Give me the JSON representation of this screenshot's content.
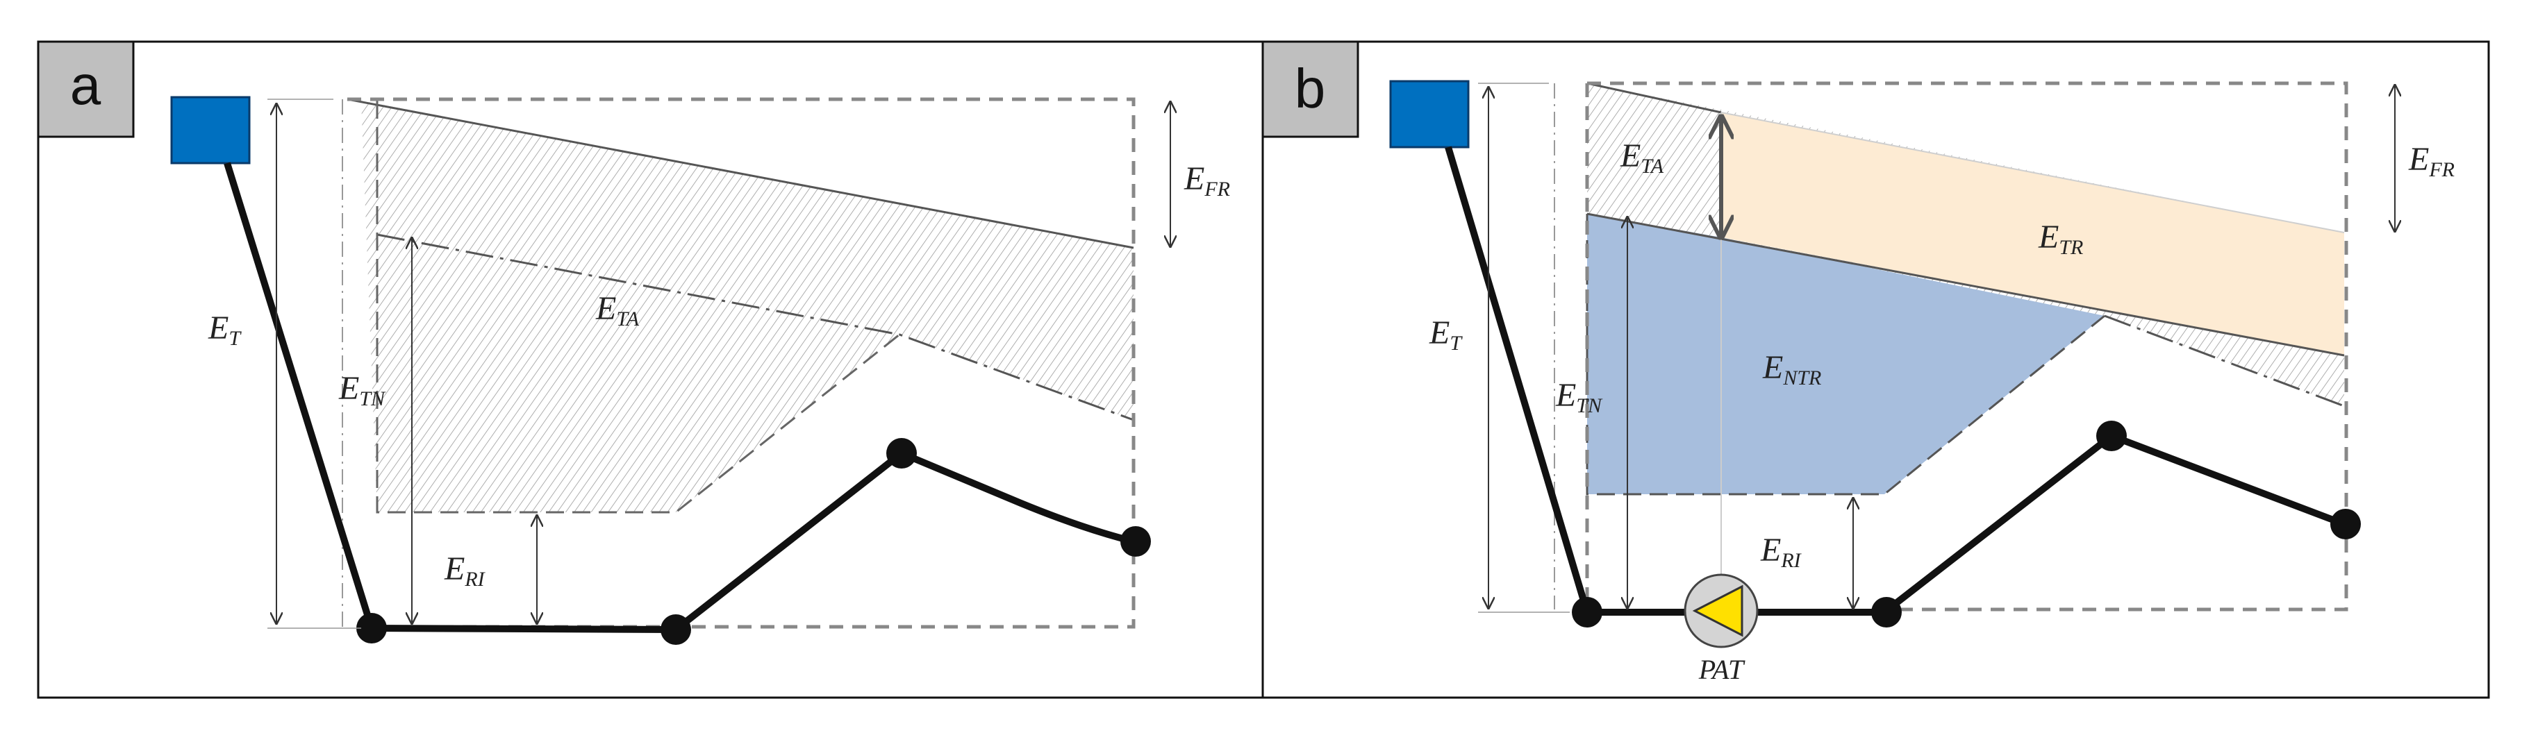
{
  "panels": [
    {
      "letter": "a",
      "labels": {
        "et": {
          "main": "E",
          "sub": "T"
        },
        "etn": {
          "main": "E",
          "sub": "TN"
        },
        "eta": {
          "main": "E",
          "sub": "TA"
        },
        "efr": {
          "main": "E",
          "sub": "FR"
        },
        "eri": {
          "main": "E",
          "sub": "RI"
        }
      }
    },
    {
      "letter": "b",
      "labels": {
        "et": {
          "main": "E",
          "sub": "T"
        },
        "etn": {
          "main": "E",
          "sub": "TN"
        },
        "eta": {
          "main": "E",
          "sub": "TA"
        },
        "efr": {
          "main": "E",
          "sub": "FR"
        },
        "eri": {
          "main": "E",
          "sub": "RI"
        },
        "etr": {
          "main": "E",
          "sub": "TR"
        },
        "entr": {
          "main": "E",
          "sub": "NTR"
        }
      },
      "pat_label": "PAT"
    }
  ],
  "colors": {
    "reservoir": "#0070C0",
    "recovered_energy": "#FDEBD3",
    "non_recovered_energy": "#A7BEDD",
    "pat": "#FFE000",
    "pat_body": "#D4D4D4"
  }
}
